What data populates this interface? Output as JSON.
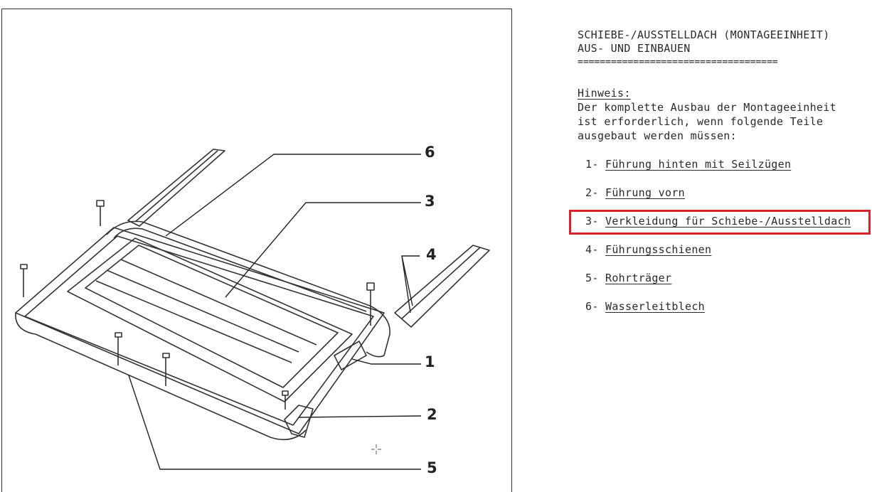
{
  "document": {
    "title_line1": "SCHIEBE-/AUSSTELLDACH (MONTAGEEINHEIT)",
    "title_line2": "AUS- UND EINBAUEN",
    "title_rule": "====================================",
    "note_label": "Hinweis:",
    "note_lines": [
      "Der komplette Ausbau der Montageeinheit",
      "ist erforderlich, wenn folgende Teile",
      "ausgebaut werden müssen:"
    ],
    "items": [
      {
        "num": "1-",
        "label": "Führung hinten mit Seilzügen"
      },
      {
        "num": "2-",
        "label": "Führung vorn"
      },
      {
        "num": "3-",
        "label": "Verkleidung für Schiebe-/Ausstelldach",
        "highlighted": true
      },
      {
        "num": "4-",
        "label": "Führungsschienen"
      },
      {
        "num": "5-",
        "label": "Rohrträger"
      },
      {
        "num": "6-",
        "label": "Wasserleitblech"
      }
    ],
    "highlight_color": "#d8232a"
  },
  "drawing": {
    "callouts": [
      "6",
      "3",
      "4",
      "1",
      "2",
      "5"
    ]
  }
}
